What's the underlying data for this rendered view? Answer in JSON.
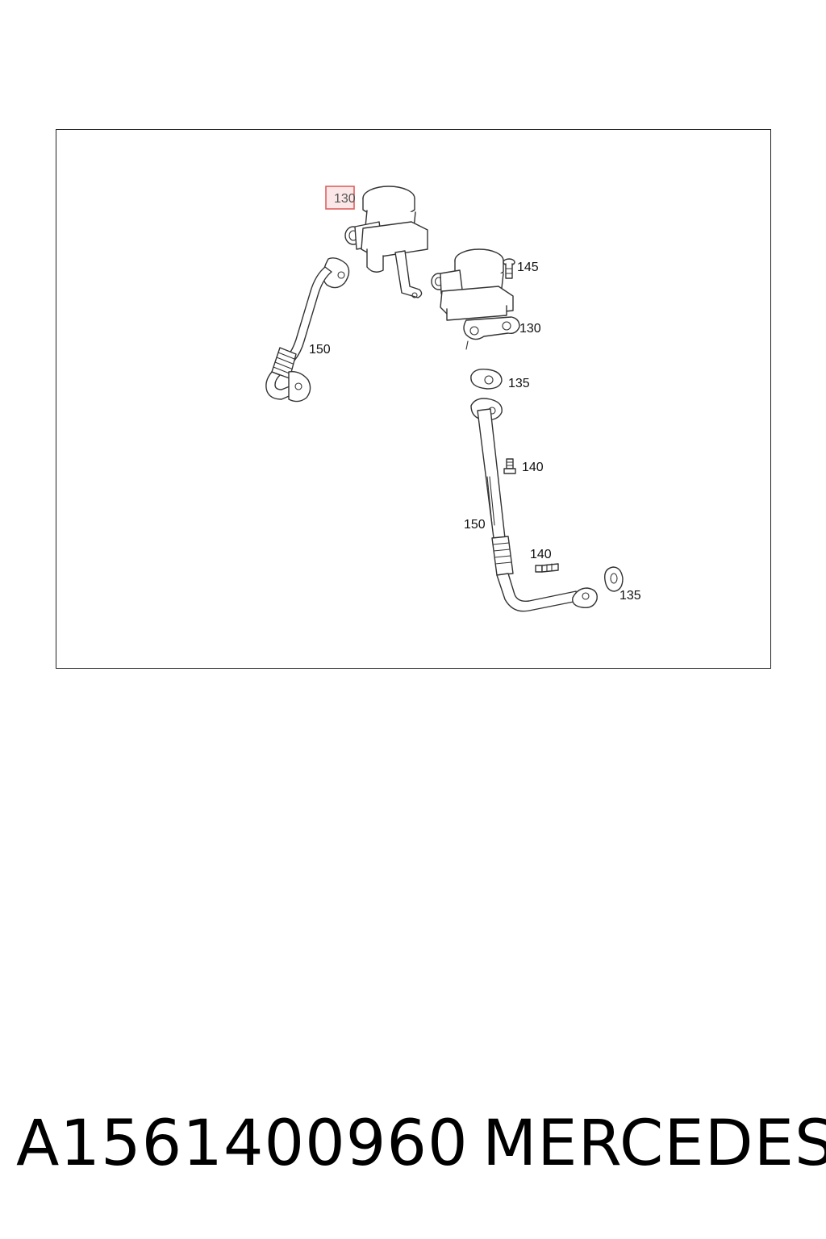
{
  "diagram": {
    "highlighted_label": "130",
    "labels": {
      "valve_top": "130",
      "screw_145": "145",
      "valve_right": "130",
      "pipe_left": "150",
      "gasket_upper": "135",
      "bolt_upper": "140",
      "pipe_right": "150",
      "bolt_lower": "140",
      "gasket_lower": "135"
    },
    "highlight_color": "#e06060"
  },
  "footer": {
    "part_number": "A1561400960",
    "brand": "MERCEDES"
  }
}
